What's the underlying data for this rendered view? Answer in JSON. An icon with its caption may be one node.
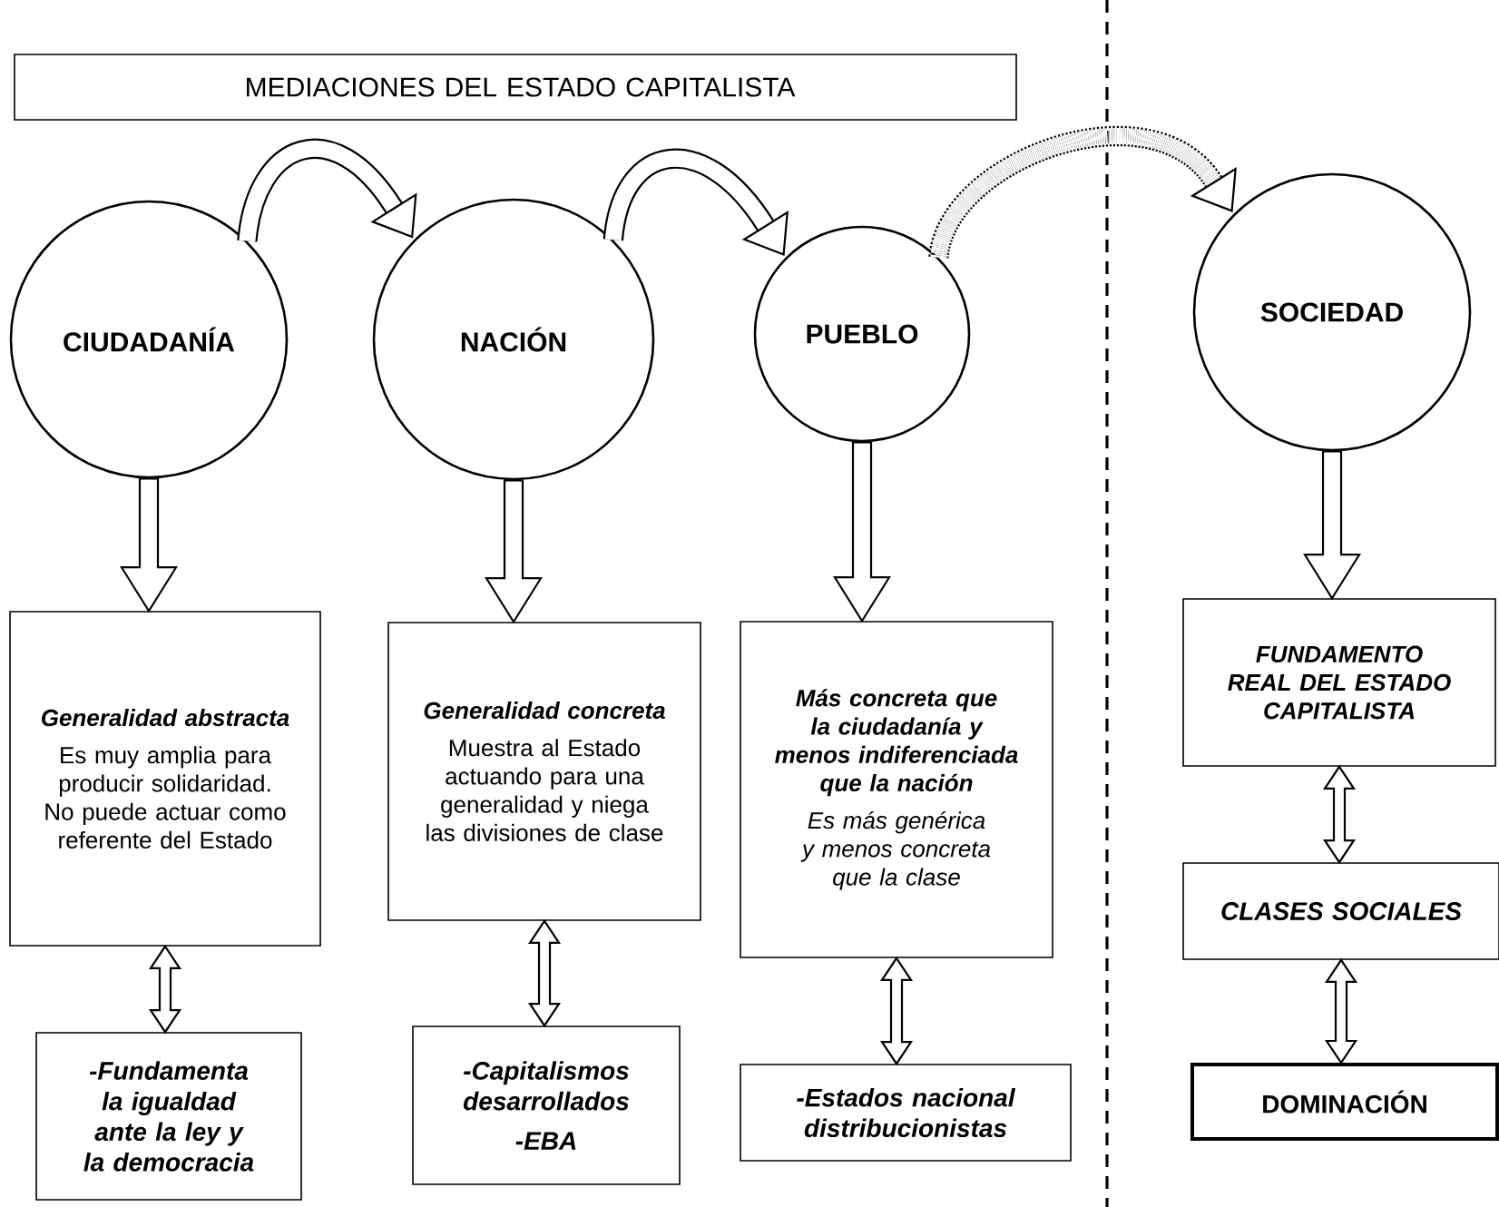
{
  "diagram": {
    "nodes": [
      {
        "text": [
          "MEDIACIONES DEL ESTADO CAPITALISTA"
        ]
      },
      {
        "text": [
          "CIUDADANÍA"
        ]
      },
      {
        "text": [
          "NACIÓN"
        ]
      },
      {
        "text": [
          "PUEBLO"
        ]
      },
      {
        "text": [
          "SOCIEDAD"
        ]
      },
      {
        "text": [
          "Generalidad abstracta",
          "Es muy amplia para producir solidaridad. No puede actuar como referente del Estado"
        ]
      },
      {
        "text": [
          "Generalidad concreta",
          "Muestra al Estado actuando para una generalidad y niega las divisiones de clase"
        ]
      },
      {
        "text": [
          "Más concreta que la ciudadanía y menos indiferenciada que la nación",
          "Es más genérica y menos concreta que la clase"
        ]
      },
      {
        "text": [
          "FUNDAMENTO REAL DEL ESTADO CAPITALISTA"
        ]
      },
      {
        "text": [
          "-Fundamenta la igualdad ante la ley y la democracia"
        ]
      },
      {
        "text": [
          "-Capitalismos desarrollados",
          "-EBA"
        ]
      },
      {
        "text": [
          "-Estados nacional distribucionistas"
        ]
      },
      {
        "text": [
          "CLASES SOCIALES"
        ]
      },
      {
        "text": [
          "DOMINACIÓN"
        ]
      }
    ],
    "edges": [
      {
        "from": 1,
        "to": 2,
        "arrow": "to"
      },
      {
        "from": 2,
        "to": 3,
        "arrow": "to"
      },
      {
        "from": 3,
        "to": 4,
        "arrow": "to",
        "style": "dashed"
      },
      {
        "from": 1,
        "to": 5,
        "arrow": "to"
      },
      {
        "from": 2,
        "to": 6,
        "arrow": "to"
      },
      {
        "from": 3,
        "to": 7,
        "arrow": "to"
      },
      {
        "from": 4,
        "to": 8,
        "arrow": "to"
      },
      {
        "from": 5,
        "to": 9,
        "arrow": "both"
      },
      {
        "from": 6,
        "to": 10,
        "arrow": "both"
      },
      {
        "from": 7,
        "to": 11,
        "arrow": "both"
      },
      {
        "from": 8,
        "to": 12,
        "arrow": "both"
      },
      {
        "from": 12,
        "to": 13,
        "arrow": "both"
      }
    ]
  }
}
